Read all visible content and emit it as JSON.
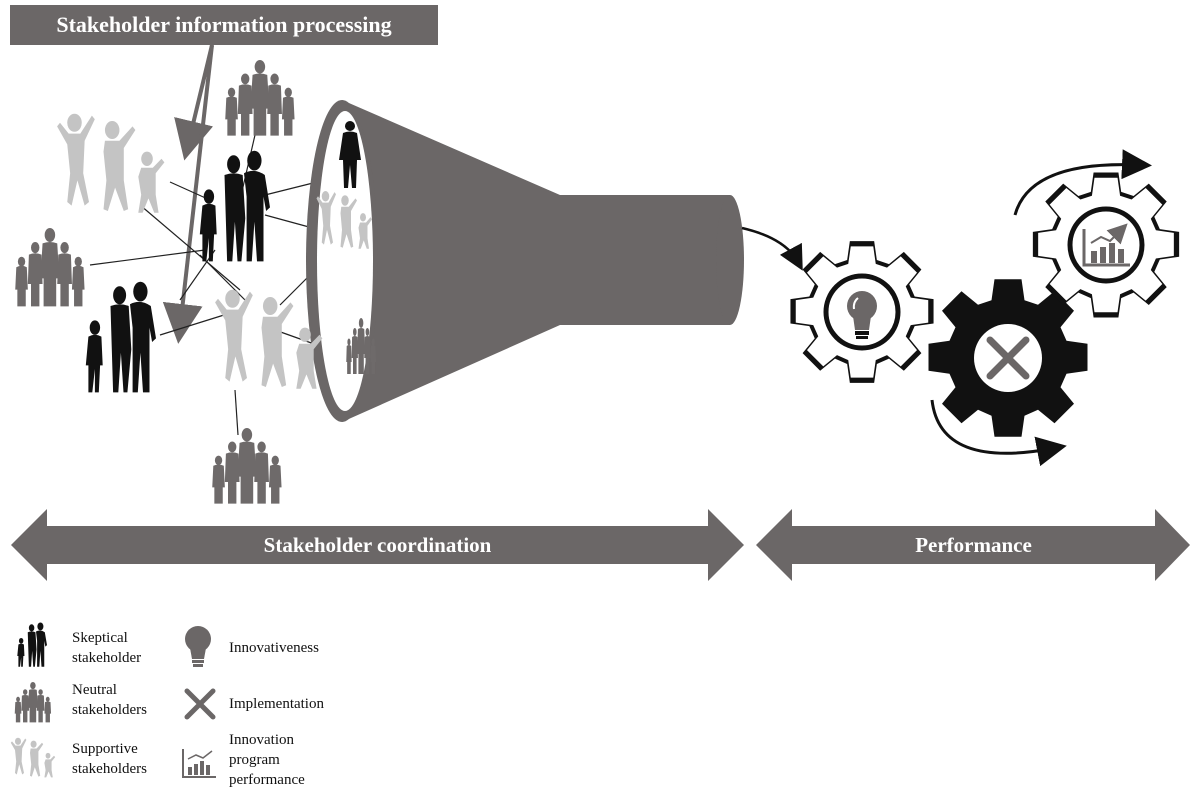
{
  "title": "Stakeholder information processing",
  "bottom_arrows": {
    "left_label": "Stakeholder coordination",
    "right_label": "Performance"
  },
  "legend": {
    "skeptical_line1": "Skeptical",
    "skeptical_line2": "stakeholder",
    "neutral_line1": "Neutral",
    "neutral_line2": "stakeholders",
    "supportive_line1": "Supportive",
    "supportive_line2": "stakeholders",
    "innovativeness": "Innovativeness",
    "implementation": "Implementation",
    "performance_line1": "Innovation",
    "performance_line2": "program",
    "performance_line3": "performance"
  },
  "colors": {
    "dark_gray": "#6b6767",
    "skeptical": "#111111",
    "neutral": "#6e6a6a",
    "supportive": "#c4c4c4"
  }
}
